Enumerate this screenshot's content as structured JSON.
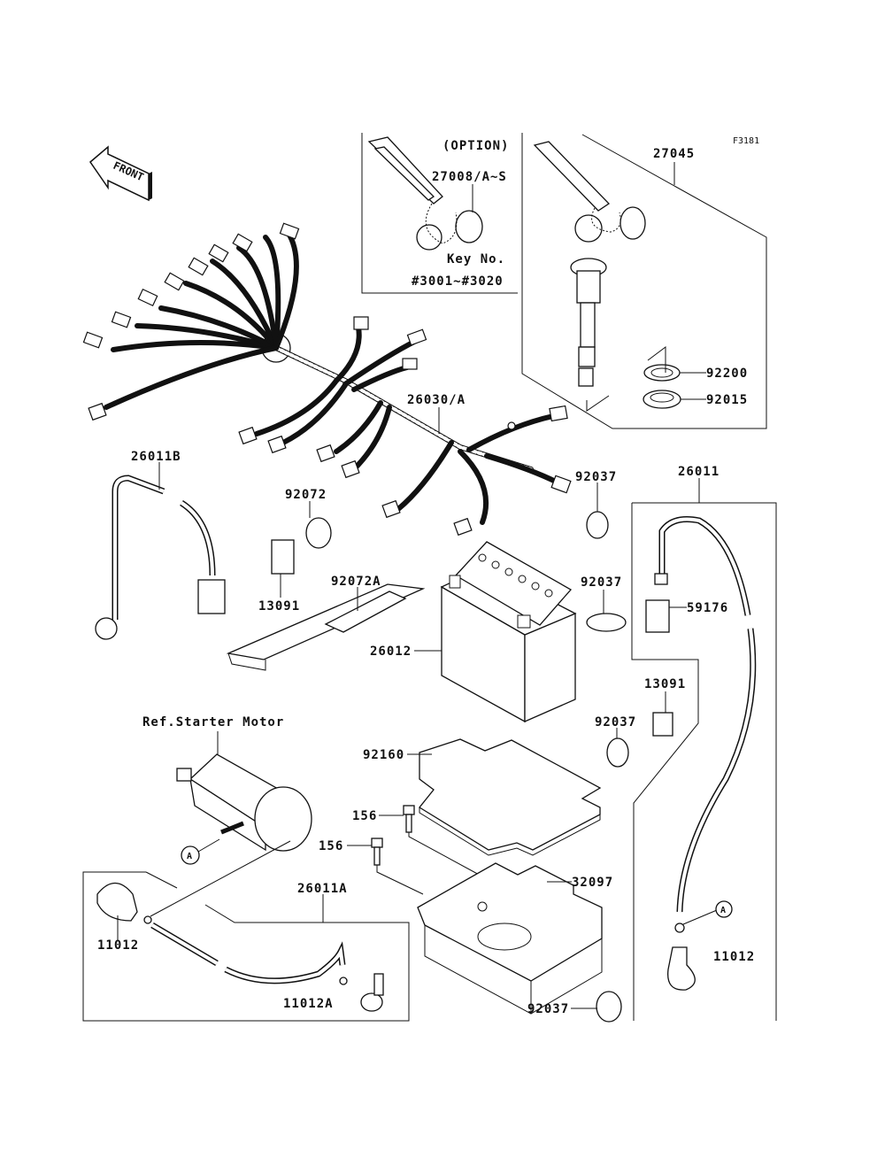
{
  "figure_code": "F3181",
  "front_indicator": "FRONT",
  "option_box": {
    "title": "(OPTION)",
    "part": "27008/A~S",
    "key_label": "Key No.",
    "key_range": "#3001~#3020"
  },
  "callouts": {
    "ignition_switch_set": "27045",
    "washer": "92200",
    "nut": "92015",
    "main_harness": "26030/A",
    "battery_cable_b": "26011B",
    "band_upper": "92072",
    "fuse_cover": "13091",
    "battery_band": "92072A",
    "clamp_upper_right": "92037",
    "battery_cable": "26011",
    "battery": "26012",
    "clamp_battery_right": "92037",
    "terminal_cover": "59176",
    "fuse_cover_right": "13091",
    "clamp_mid_right": "92037",
    "starter_ref": "Ref.Starter Motor",
    "pad": "92160",
    "bolt_upper": "156",
    "bolt_lower": "156",
    "battery_case": "32097",
    "cable_a": "26011A",
    "cap_left": "11012",
    "cap_a": "11012A",
    "cap_right": "11012",
    "clamp_bottom": "92037",
    "ref_a_left": "A",
    "ref_a_right": "A"
  }
}
